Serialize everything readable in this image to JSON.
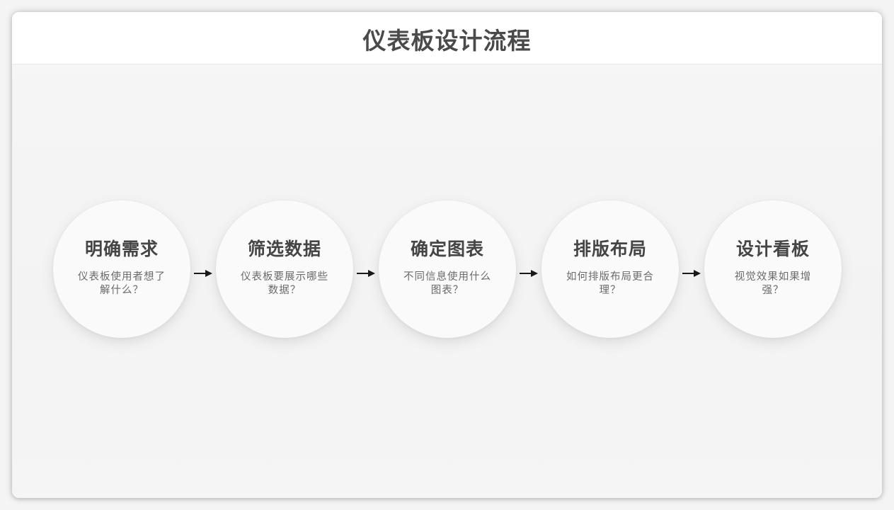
{
  "header": {
    "title": "仪表板设计流程"
  },
  "steps": [
    {
      "title": "明确需求",
      "description": "仪表板使用者想了解什么？"
    },
    {
      "title": "筛选数据",
      "description": "仪表板要展示哪些数据？"
    },
    {
      "title": "确定图表",
      "description": "不同信息使用什么图表？"
    },
    {
      "title": "排版布局",
      "description": "如何排版布局更合理？"
    },
    {
      "title": "设计看板",
      "description": "视觉效果如果增强？"
    }
  ],
  "connectors": [
    {
      "icon": "arrow-right-icon"
    },
    {
      "icon": "arrow-right-icon"
    },
    {
      "icon": "arrow-right-icon"
    },
    {
      "icon": "arrow-right-icon"
    }
  ],
  "colors": {
    "background": "#f4f4f4",
    "header_bg": "#ffffff",
    "title_text": "#4a4a4a",
    "circle_bg": "#fafafa",
    "step_title": "#454545",
    "step_desc": "#6a6a6a",
    "arrow": "#1a1a1a"
  }
}
